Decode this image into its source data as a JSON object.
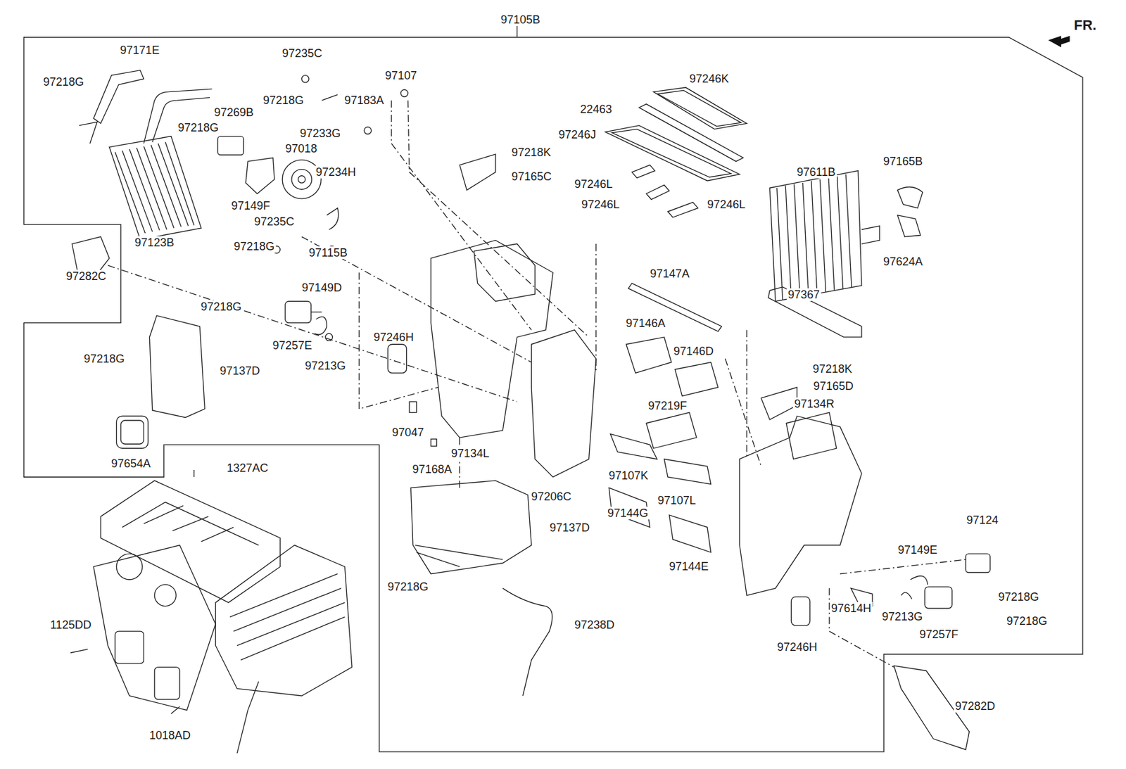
{
  "diagram": {
    "labels": [
      "97105B",
      "FR.",
      "97171E",
      "97218G",
      "97235C",
      "97107",
      "97246K",
      "97218G",
      "97183A",
      "22463",
      "97269B",
      "97218G",
      "97233G",
      "97246J",
      "97018",
      "97218K",
      "97165B",
      "97611B",
      "97165C",
      "97234H",
      "97246L",
      "97149F",
      "97246L",
      "97246L",
      "97235C",
      "97123B",
      "97218G",
      "97115B",
      "97624A",
      "97282C",
      "97147A",
      "97149D",
      "97367",
      "97218G",
      "97146A",
      "97246H",
      "97257E",
      "97146D",
      "97218G",
      "97213G",
      "97218K",
      "97137D",
      "97165D",
      "97219F",
      "97134R",
      "97047",
      "97134L",
      "97654A",
      "1327AC",
      "97168A",
      "97107K",
      "97206C",
      "97107L",
      "97144G",
      "97124",
      "97137D",
      "97149E",
      "97144E",
      "97218G",
      "97218G",
      "97614H",
      "97213G",
      "1125DD",
      "97238D",
      "97218G",
      "97257F",
      "97246H",
      "97282D",
      "1018AD"
    ]
  }
}
